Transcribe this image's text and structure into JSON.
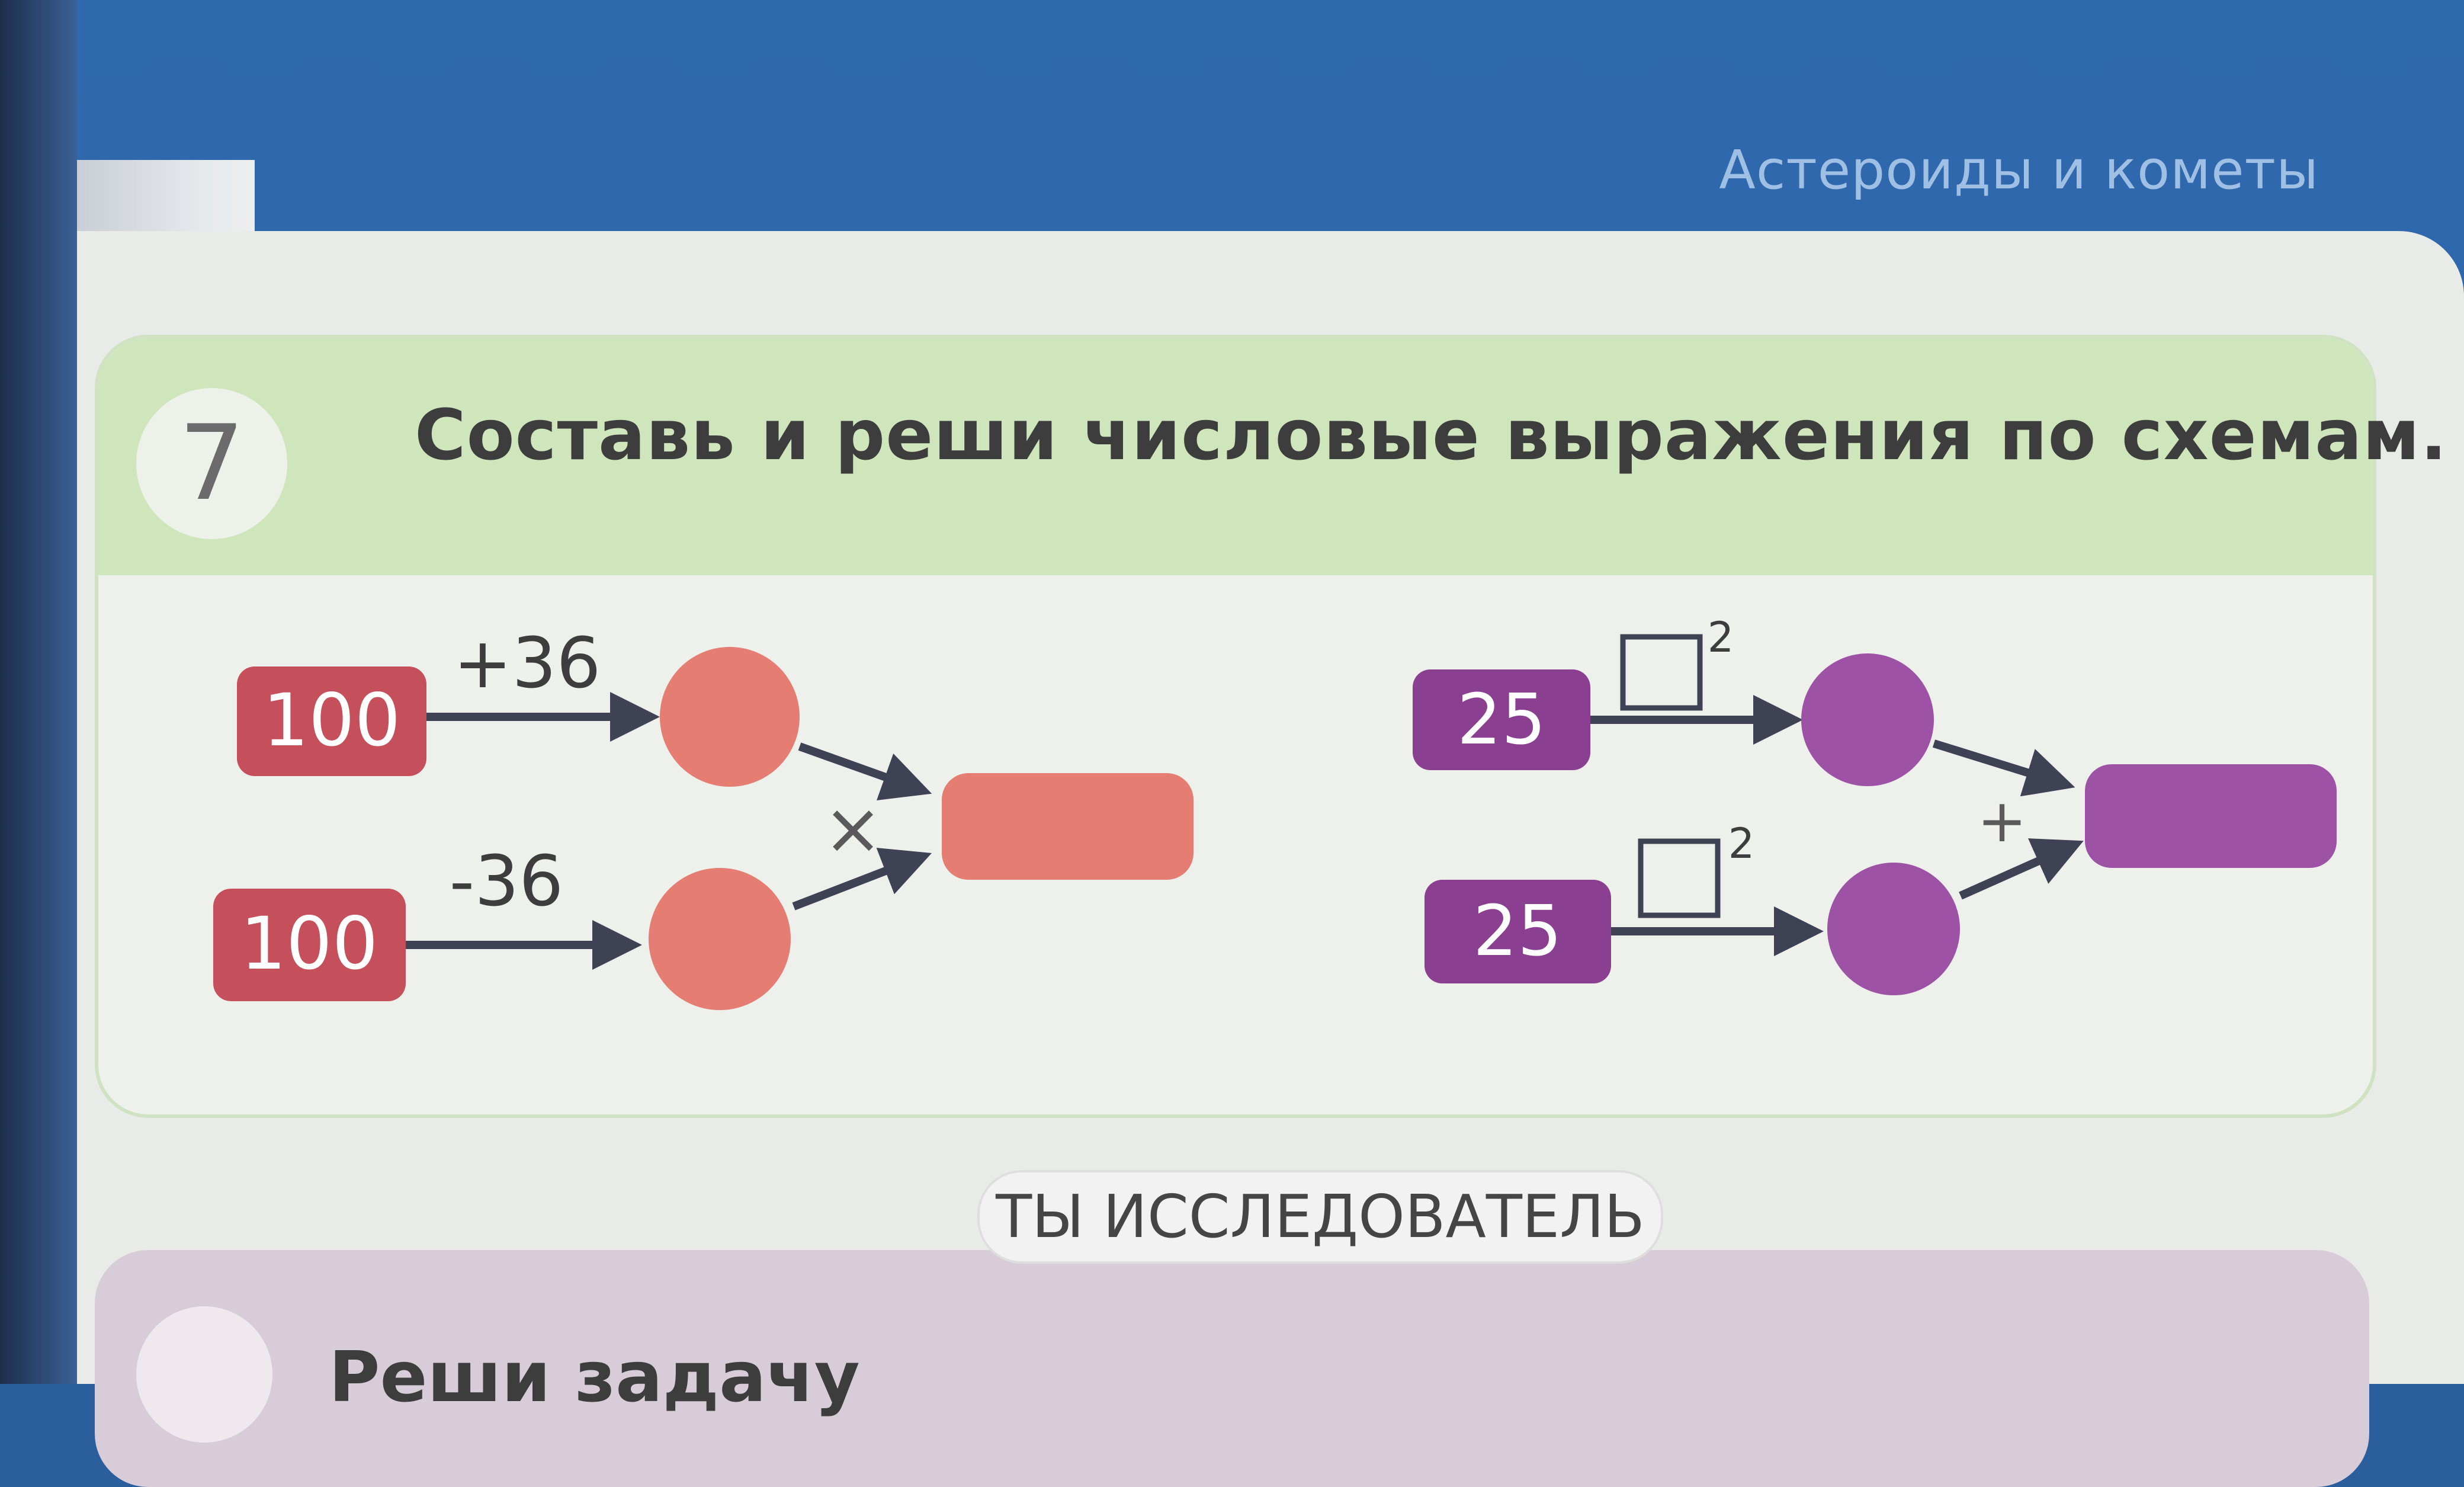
{
  "header": {
    "title": "Астероиды и кометы"
  },
  "exercise": {
    "number": "7",
    "instruction": "Составь и реши числовые выражения по схемам.",
    "left_scheme": {
      "top_input": "100",
      "top_operation": "+36",
      "bottom_input": "100",
      "bottom_operation": "-36",
      "combine_operation": "×",
      "color_input": "#c64f5c",
      "color_node": "#e57d72"
    },
    "right_scheme": {
      "top_input": "25",
      "top_exponent": "2",
      "bottom_input": "25",
      "bottom_exponent": "2",
      "combine_operation": "+",
      "color_input": "#8a3f90",
      "color_node": "#9d52a6"
    }
  },
  "section_tag": "ТЫ ИССЛЕДОВАТЕЛЬ",
  "next_exercise": {
    "text": "Реши задачу"
  }
}
